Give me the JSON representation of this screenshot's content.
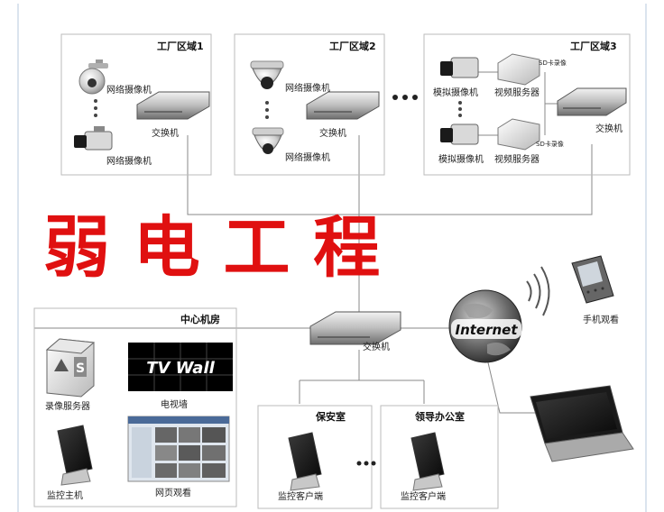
{
  "factory_zones": [
    {
      "title": "工厂区域1",
      "device_top": "网络摄像机",
      "device_bottom": "网络摄像机",
      "switch": "交换机"
    },
    {
      "title": "工厂区域2",
      "device_top": "网络摄像机",
      "device_bottom": "网络摄像机",
      "switch": "交换机"
    },
    {
      "title": "工厂区域3",
      "device_top": "模拟摄像机",
      "device_bottom": "模拟摄像机",
      "server_top": "视频服务器",
      "server_bottom": "视频服务器",
      "sd_top": "SD卡录像",
      "sd_bottom": "SD卡录像",
      "switch": "交换机"
    }
  ],
  "headline": "弱 电 工 程",
  "central": {
    "title": "中心机房",
    "recorder": "录像服务器",
    "tv_wall_screen": "TV Wall",
    "tv_wall": "电视墙",
    "monitor_host": "监控主机",
    "web_view": "网页观看"
  },
  "core_switch": "交换机",
  "internet": "Internet",
  "mobile": "手机观看",
  "security_room": {
    "title": "保安室",
    "client": "监控客户端"
  },
  "office": {
    "title": "领导办公室",
    "client": "监控客户端"
  },
  "colors": {
    "headline": "#e01010",
    "box_border": "#bbbbbb",
    "line": "#888888"
  }
}
